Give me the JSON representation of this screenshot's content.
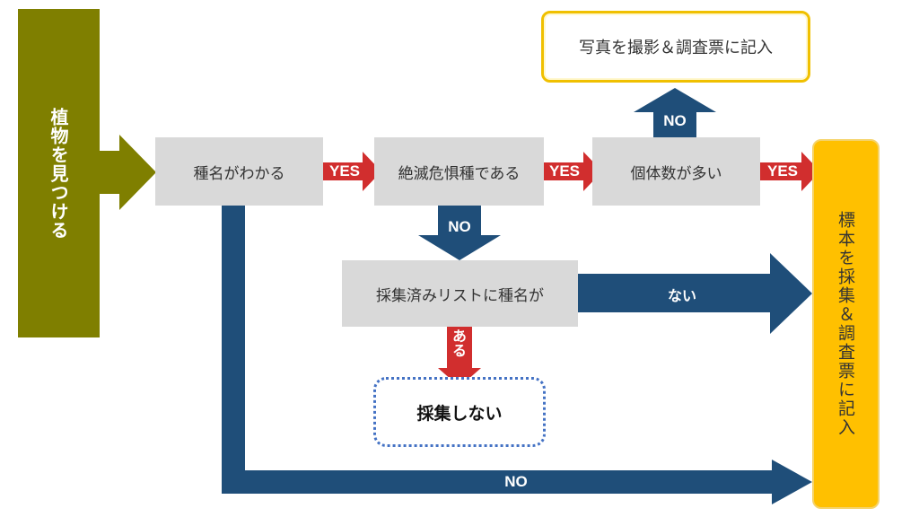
{
  "start": {
    "label": "植物を見つける"
  },
  "nodes": {
    "know_species": "種名がわかる",
    "endangered": "絶滅危惧種である",
    "many_individuals": "個体数が多い",
    "on_collected_list": "採集済みリストに種名が",
    "photo_record": "写真を撮影＆調査票に記入",
    "collect_specimen": "標本を採集＆調査票に記入",
    "do_not_collect": "採集しない"
  },
  "edges": {
    "yes1": "YES",
    "yes2": "YES",
    "yes3": "YES",
    "no_up": "NO",
    "no_down": "NO",
    "no_bottom": "NO",
    "not_listed": "ない",
    "listed": "ある"
  },
  "colors": {
    "start": "#7f7f00",
    "node_gray": "#d9d9d9",
    "yes_arrow": "#d12e2e",
    "no_arrow": "#1f4e79",
    "specimen": "#ffc000",
    "photo_border": "#f0c000",
    "dotted_border": "#4472c4"
  }
}
